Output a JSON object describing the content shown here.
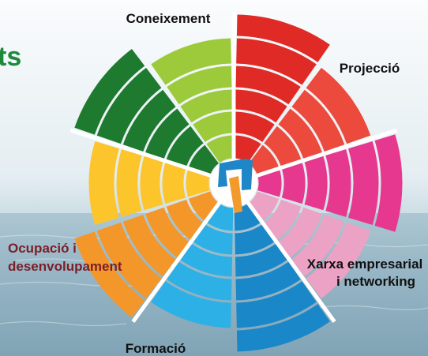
{
  "header_fragment": "ts",
  "header_color": "#1b8a3a",
  "segments": [
    {
      "name": "Coneixement",
      "dark": "#1e7a2e",
      "light": "#9cca3a"
    },
    {
      "name": "Projecció",
      "dark": "#e02a26",
      "light": "#ec4a3c"
    },
    {
      "name": "Xarxa empresarial i networking",
      "dark": "#e6388f",
      "light": "#eca2c4"
    },
    {
      "name": "Formació",
      "dark": "#1a87c9",
      "light": "#2db0e6"
    },
    {
      "name": "Ocupació i desenvolupament",
      "dark": "#f4972a",
      "light": "#fcc52c"
    }
  ],
  "labels": {
    "coneixement": "Coneixement",
    "projeccio": "Projecció",
    "xarxa_line1": "Xarxa empresarial",
    "xarxa_line2": "i networking",
    "formacio": "Formació",
    "ocupacio_line1": "Ocupació i",
    "ocupacio_line2": "desenvolupament"
  },
  "label_colors": {
    "dark_label": "#111111",
    "maroon_label": "#7a1e28"
  },
  "center_logo_colors": {
    "blue": "#1f86c8",
    "orange": "#f39a2c"
  }
}
